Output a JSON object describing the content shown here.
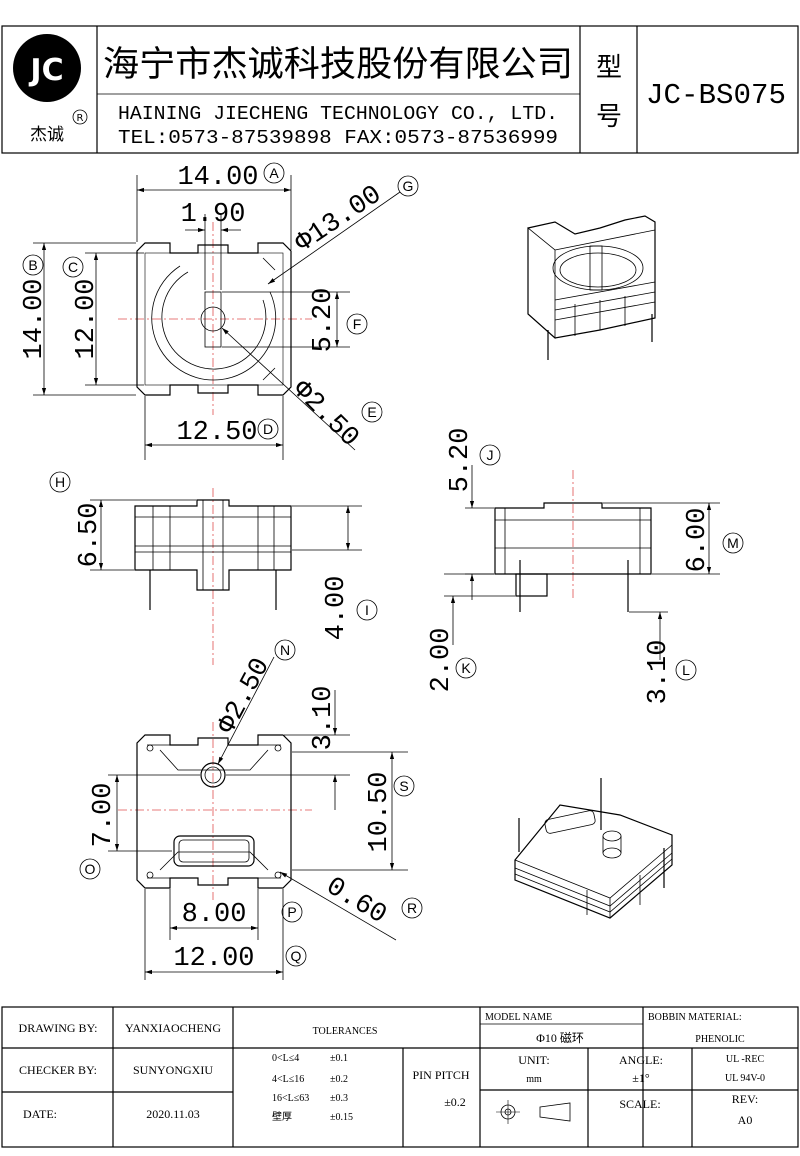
{
  "header": {
    "logo_text": "JC",
    "logo_sub": "杰诚",
    "registered_mark": "R",
    "company_cn": "海宁市杰诚科技股份有限公司",
    "company_en": "HAINING JIECHENG TECHNOLOGY CO., LTD.",
    "contact": "TEL:0573-87539898   FAX:0573-87536999",
    "model_label_1": "型",
    "model_label_2": "号",
    "model_no": "JC-BS075"
  },
  "dimensions": {
    "a": "14.00",
    "a_mark": "A",
    "slot": "1.90",
    "b": "14.00",
    "b_mark": "B",
    "c": "12.00",
    "c_mark": "C",
    "d": "12.50",
    "d_mark": "D",
    "dia13": "Φ13.00",
    "g_mark": "G",
    "f": "5.20",
    "f_mark": "F",
    "dia25": "Φ2.50",
    "e_mark": "E",
    "h": "6.50",
    "h_mark": "H",
    "i": "4.00",
    "i_mark": "I",
    "j": "5.20",
    "j_mark": "J",
    "m": "6.00",
    "m_mark": "M",
    "k": "2.00",
    "k_mark": "K",
    "l": "3.10",
    "l_mark": "L",
    "n_dia": "Φ2.50",
    "n_mark": "N",
    "s_top": "3.10",
    "s": "10.50",
    "s_mark": "S",
    "o": "7.00",
    "o_mark": "O",
    "p": "8.00",
    "p_mark": "P",
    "r": "0.60",
    "r_mark": "R",
    "q": "12.00",
    "q_mark": "Q"
  },
  "footer": {
    "drawing_label": "DRAWING  BY:",
    "drawing_by": "YANXIAOCHENG",
    "checker_label": "CHECKER  BY:",
    "checker_by": "SUNYONGXIU",
    "date_label": "DATE:",
    "date": "2020.11.03",
    "tolerances_label": "TOLERANCES",
    "tol_1_range": "0<L≤4",
    "tol_1_val": "±0.1",
    "tol_2_range": "4<L≤16",
    "tol_2_val": "±0.2",
    "tol_3_range": "16<L≤63",
    "tol_3_val": "±0.3",
    "tol_4_range": "壁厚",
    "tol_4_val": "±0.15",
    "pin_pitch_label": "PIN PITCH",
    "pin_pitch": "±0.2",
    "model_name_label": "MODEL NAME",
    "model_name": "Φ10 磁环",
    "material_label": "BOBBIN MATERIAL:",
    "material": "PHENOLIC",
    "unit_label": "UNIT:",
    "unit": "mm",
    "angle_label": "ANGLE:",
    "angle": "±1°",
    "ul_1": "UL -REC",
    "ul_2": "UL  94V-0",
    "scale_label": "SCALE:",
    "rev_label": "REV:",
    "rev": "A0"
  }
}
